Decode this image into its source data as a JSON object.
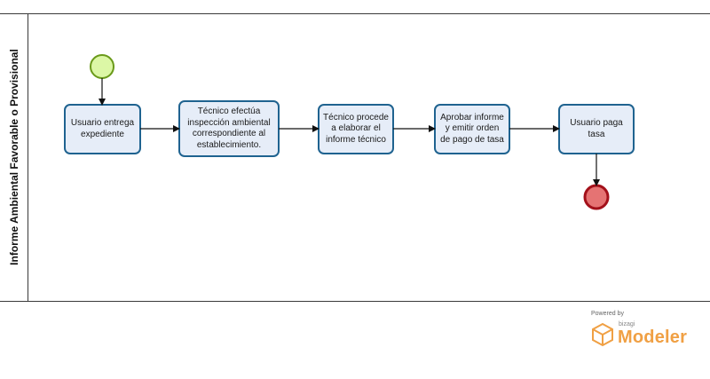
{
  "lane": {
    "title": "Informe Ambiental Favorable o Provisional"
  },
  "tasks": [
    {
      "id": "t1",
      "label": "Usuario entrega\nexpediente"
    },
    {
      "id": "t2",
      "label": "Técnico efectúa\ninspección ambiental\ncorrespondiente al\nestablecimiento."
    },
    {
      "id": "t3",
      "label": "Técnico procede\na elaborar el\ninforme técnico"
    },
    {
      "id": "t4",
      "label": "Aprobar informe\ny emitir orden\nde pago de tasa"
    },
    {
      "id": "t5",
      "label": "Usuario paga\ntasa"
    }
  ],
  "events": {
    "start": "start-event",
    "end": "end-event"
  },
  "branding": {
    "powered_by": "Powered by",
    "vendor": "bizagi",
    "product": "Modeler"
  },
  "colors": {
    "task_fill": "#e6edf8",
    "task_stroke": "#1f6390",
    "start_fill": "#dcf7a6",
    "start_stroke": "#6a9a1a",
    "end_fill": "#e57373",
    "end_stroke": "#a3101a",
    "brand": "#f0a044"
  }
}
